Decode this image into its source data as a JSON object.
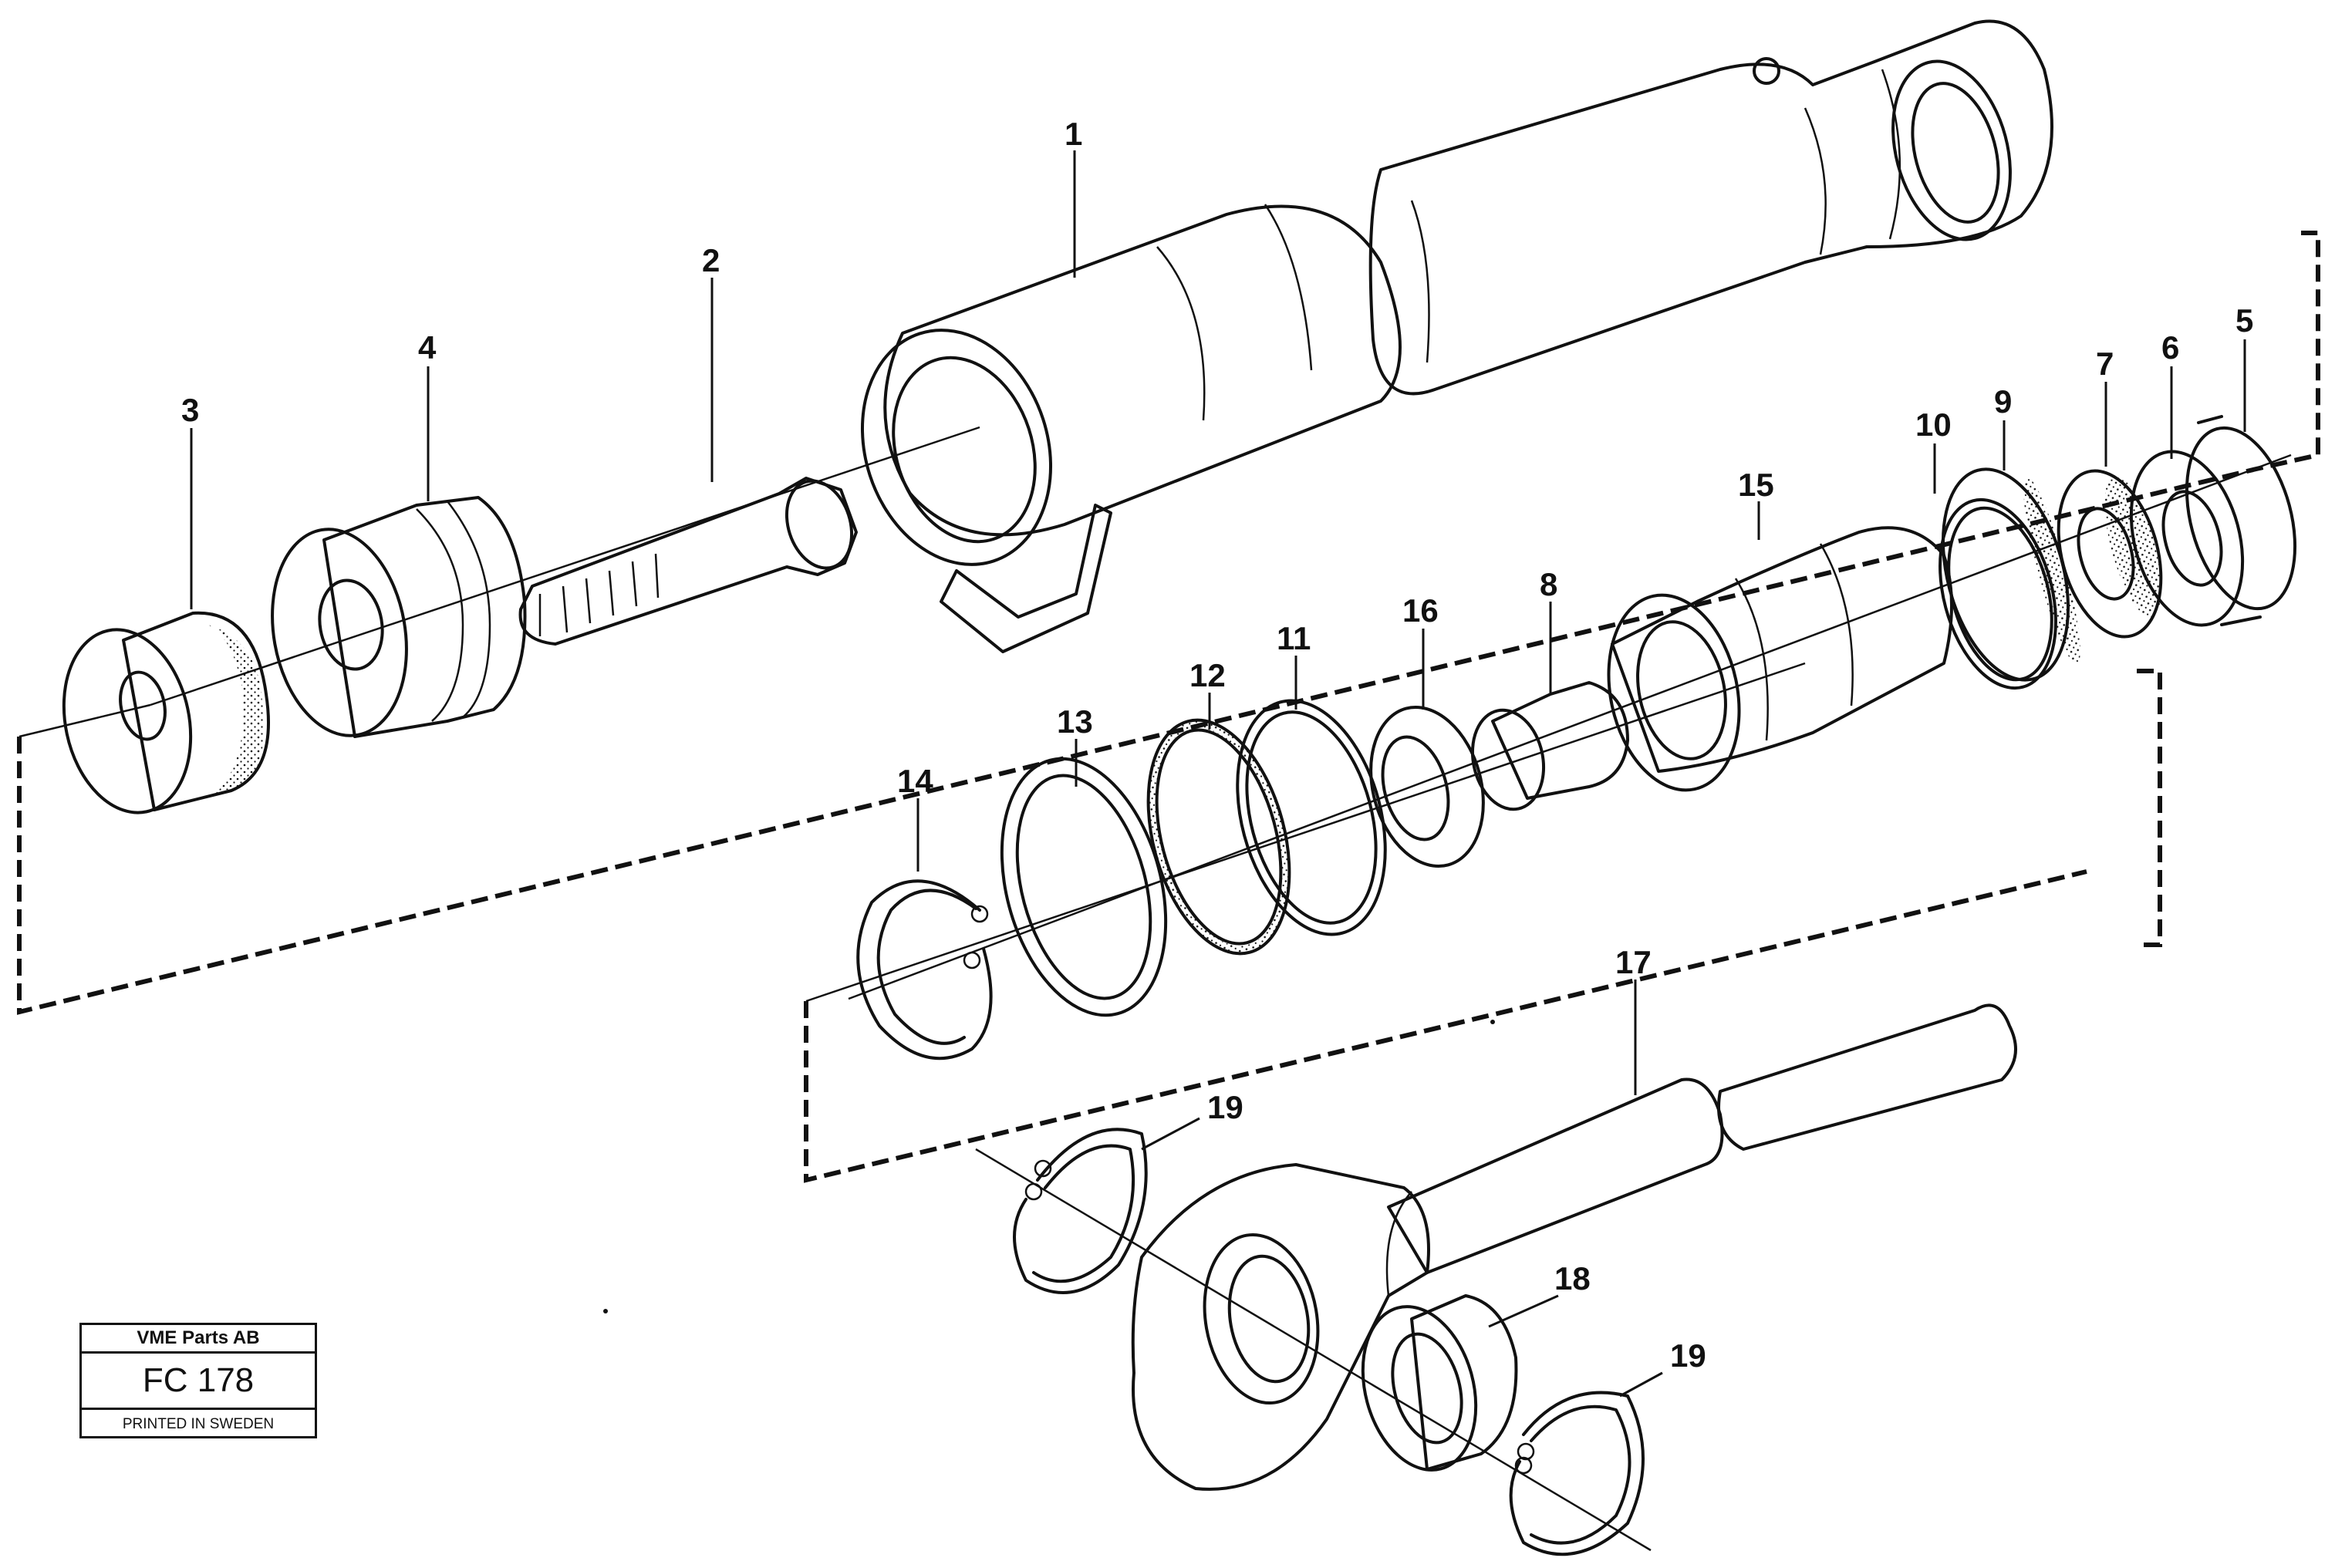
{
  "title_block": {
    "company": "VME Parts AB",
    "figure_code": "FC 178",
    "printed": "PRINTED IN SWEDEN"
  },
  "callouts": {
    "c1": "1",
    "c2": "2",
    "c3": "3",
    "c4": "4",
    "c5": "5",
    "c6": "6",
    "c7": "7",
    "c8": "8",
    "c9": "9",
    "c10": "10",
    "c11": "11",
    "c12": "12",
    "c13": "13",
    "c14": "14",
    "c15": "15",
    "c16": "16",
    "c17": "17",
    "c18": "18",
    "c19a": "19",
    "c19b": "19"
  }
}
